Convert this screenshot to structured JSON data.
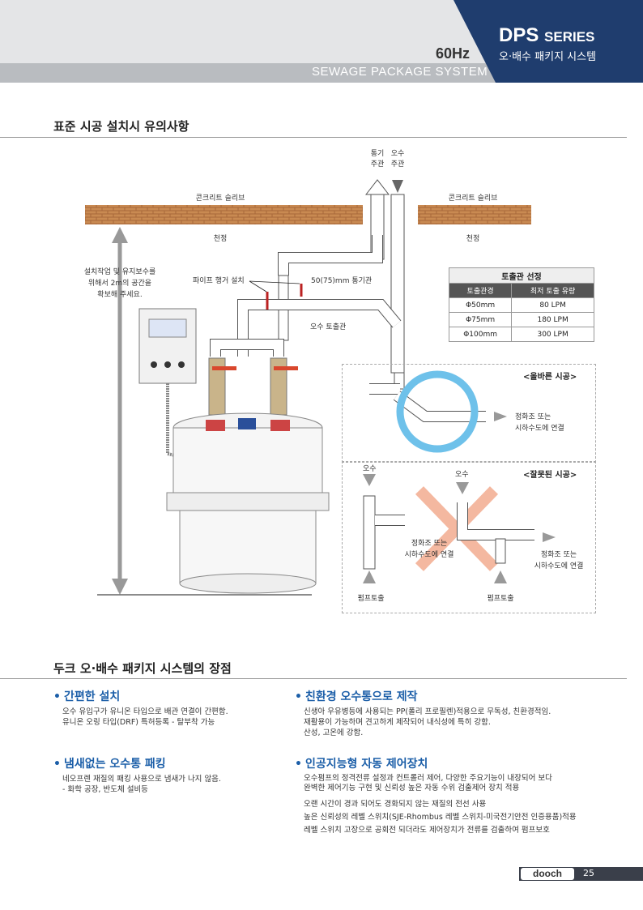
{
  "header": {
    "series": "DPS",
    "series_suffix": "SERIES",
    "subtitle": "오·배수 패키지 시스템",
    "freq": "60Hz",
    "system": "SEWAGE PACKAGE SYSTEM"
  },
  "section1": {
    "title": "표준 시공 설치시 유의사항",
    "vent_main": [
      "통기",
      "주관"
    ],
    "sewage_main": [
      "오수",
      "주관"
    ],
    "slab_left": "콘크리트 슬리브",
    "slab_right": "콘크리트 슬리브",
    "ceiling_left": "천정",
    "ceiling_right": "천정",
    "space_note": [
      "설치작업 및 유지보수를",
      "위해서 2m의 공간을",
      "확보해 주세요."
    ],
    "hanger": "파이프 행거 설치",
    "vent_pipe": "50(75)mm 통기관",
    "discharge_pipe": "오수 토출관",
    "table": {
      "caption": "토출관 선정",
      "headers": [
        "토출관경",
        "최저 토출 유량"
      ],
      "rows": [
        [
          "Φ50mm",
          "80 LPM"
        ],
        [
          "Φ75mm",
          "180 LPM"
        ],
        [
          "Φ100mm",
          "300 LPM"
        ]
      ]
    },
    "correct": {
      "title": "<올바른 시공>",
      "dest": [
        "정화조 또는",
        "시하수도에 연결"
      ]
    },
    "wrong": {
      "title": "<잘못된 시공>",
      "sewage_a": "오수",
      "sewage_b": "오수",
      "dest_a": [
        "정화조 또는",
        "시하수도에 연결"
      ],
      "dest_b": [
        "정화조 또는",
        "시하수도에 연결"
      ],
      "pump_a": "펌프토출",
      "pump_b": "펌프토출"
    }
  },
  "section2": {
    "title": "두크 오·배수 패키지 시스템의 장점",
    "features": [
      {
        "title": "간편한 설치",
        "lines": [
          "오수 유입구가 유니온 타입으로 배관 연결이 간편함.",
          "유니온 오링 타입(DRF) 특허등록 - 탈부착 가능"
        ]
      },
      {
        "title": "친환경 오수통으로 제작",
        "lines": [
          "신생아 우유병등에 사용되는 PP(폴리 프로필렌)적용으로 무독성, 친환경적임.",
          "재활용이 가능하며 견고하게 제작되어 내식성에 특히 강함.",
          "산성, 고온에 강함."
        ]
      },
      {
        "title": "냄새없는 오수통 패킹",
        "lines": [
          "네오프렌 재질의 패킹 사용으로 냄새가 나지 않음.",
          "- 화학 공장, 반도체 설비등"
        ]
      },
      {
        "title": "인공지능형 자동 제어장치",
        "lines": [
          "오수펌프의 정격전류 설정과 컨트롤러 제어,  다양한 주요기능이 내장되어 보다",
          "완벽한 제어기능 구현 및 신뢰성 높은 자동 수위 검출제어 장치 적용",
          "오랜 시간이 경과 되어도 경화되지 않는 재질의 전선 사용",
          "높은 신뢰성의 레벨 스위치(SJE-Rhombus 레벨 스위치-미국전기안전 인증용품)적용",
          "레벨 스위치 고장으로 공회전 되더라도 제어장치가 전류를 검출하여 펌프보호"
        ]
      }
    ]
  },
  "footer": {
    "logo": "dooch",
    "page": "25"
  },
  "colors": {
    "navy": "#1f3d6e",
    "accent_blue": "#1b5ea8",
    "ring_blue": "#6ec1ea",
    "cross": "#f4b8a0"
  }
}
